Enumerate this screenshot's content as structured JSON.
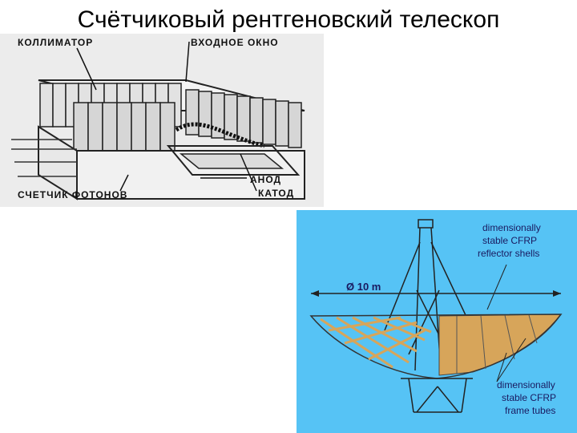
{
  "slide": {
    "title": "Счётчиковый рентгеновский телескоп"
  },
  "figure_counter": {
    "labels": {
      "collimator": "КОЛЛИМАТОР",
      "entrance_window": "ВХОДНОЕ ОКНО",
      "anode": "АНОД",
      "cathode": "КАТОД",
      "photon_counter": "СЧЕТЧИК ФОТОНОВ"
    }
  },
  "figure_reflector": {
    "background_color": "#56c3f5",
    "accent_color": "#d7a55a",
    "labels": {
      "diameter": "Ø 10 m",
      "shells_1": "dimensionally",
      "shells_2": "stable CFRP",
      "shells_3": "reflector shells",
      "frame_1": "dimensionally",
      "frame_2": "stable CFRP",
      "frame_3": "frame tubes"
    }
  }
}
